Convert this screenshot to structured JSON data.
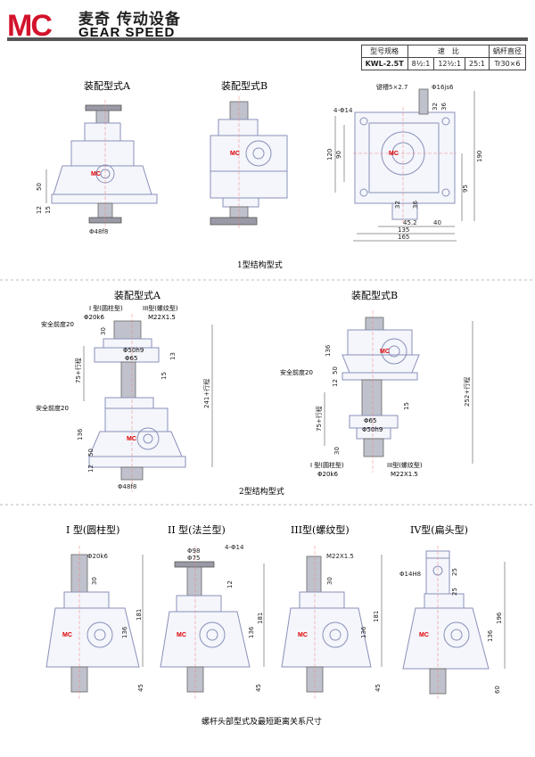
{
  "header": {
    "brand_cn": "麦奇 传动设备",
    "brand_en": "GEAR SPEED",
    "logo_text": "MC"
  },
  "spec_table": {
    "headers": [
      "型号规格",
      "速　比",
      "蜗杆直径"
    ],
    "model": "KWL-2.5T",
    "ratios": [
      "8½:1",
      "12½:1",
      "25:1"
    ],
    "worm_diameter": "Tr30×6"
  },
  "section1": {
    "title_a": "装配型式A",
    "title_b": "装配型式B",
    "caption": "1型结构型式",
    "dims_a": {
      "d1": "50",
      "d2": "12",
      "d3": "15",
      "shaft": "Φ48f8"
    },
    "dims_side": {
      "key": "键槽5×2.7",
      "shaft": "Φ16js6",
      "holes": "4-Φ14",
      "h1": "32",
      "h2": "36",
      "w1": "90",
      "w2": "120",
      "w3": "190",
      "w4": "95",
      "b1": "32",
      "b2": "36",
      "b3": "45.2",
      "b4": "40",
      "b5": "135",
      "b6": "165"
    }
  },
  "section2": {
    "title_a": "装配型式A",
    "title_b": "装配型式B",
    "caption": "2型结构型式",
    "labels_a": {
      "type1": "I 型(圆柱型)",
      "type3": "III型(螺纹型)",
      "d_shaft": "Φ20k6",
      "thread": "M22X1.5",
      "safety1": "安全前度20",
      "safety2": "安全前度20",
      "d50": "Φ50h9",
      "d65": "Φ65",
      "stroke": "75+行程",
      "total": "241+行程",
      "h136": "136",
      "h30": "30",
      "h50": "50",
      "h12": "12",
      "h15": "15",
      "h13": "13",
      "shaft": "Φ48f8"
    },
    "labels_b": {
      "h136": "136",
      "h50": "50",
      "h12": "12",
      "h15": "15",
      "total": "252+行程",
      "stroke": "75+行程",
      "safety": "安全前度20",
      "d65": "Φ65",
      "d50": "Φ50h9",
      "h30": "30",
      "type1": "I 型(圆柱型)",
      "type3": "III型(螺纹型)",
      "d_shaft": "Φ20k6",
      "thread": "M22X1.5"
    }
  },
  "section3": {
    "caption": "螺杆头部型式及最短距离关系尺寸",
    "types": [
      {
        "title": "I 型(圆柱型)",
        "top": "Φ20k6",
        "h1": "30",
        "h2": "181",
        "h3": "136",
        "h4": "45"
      },
      {
        "title": "II 型(法兰型)",
        "top1": "Φ98",
        "top2": "Φ75",
        "holes": "4-Φ14",
        "h1": "12",
        "h2": "181",
        "h3": "136",
        "h4": "45"
      },
      {
        "title": "III型(螺纹型)",
        "top": "M22X1.5",
        "h1": "30",
        "h2": "181",
        "h3": "136",
        "h4": "45"
      },
      {
        "title": "IV型(扁头型)",
        "top": "Φ14H8",
        "h0": "25",
        "h1": "25",
        "h2": "196",
        "h3": "136",
        "h4": "60"
      }
    ]
  }
}
